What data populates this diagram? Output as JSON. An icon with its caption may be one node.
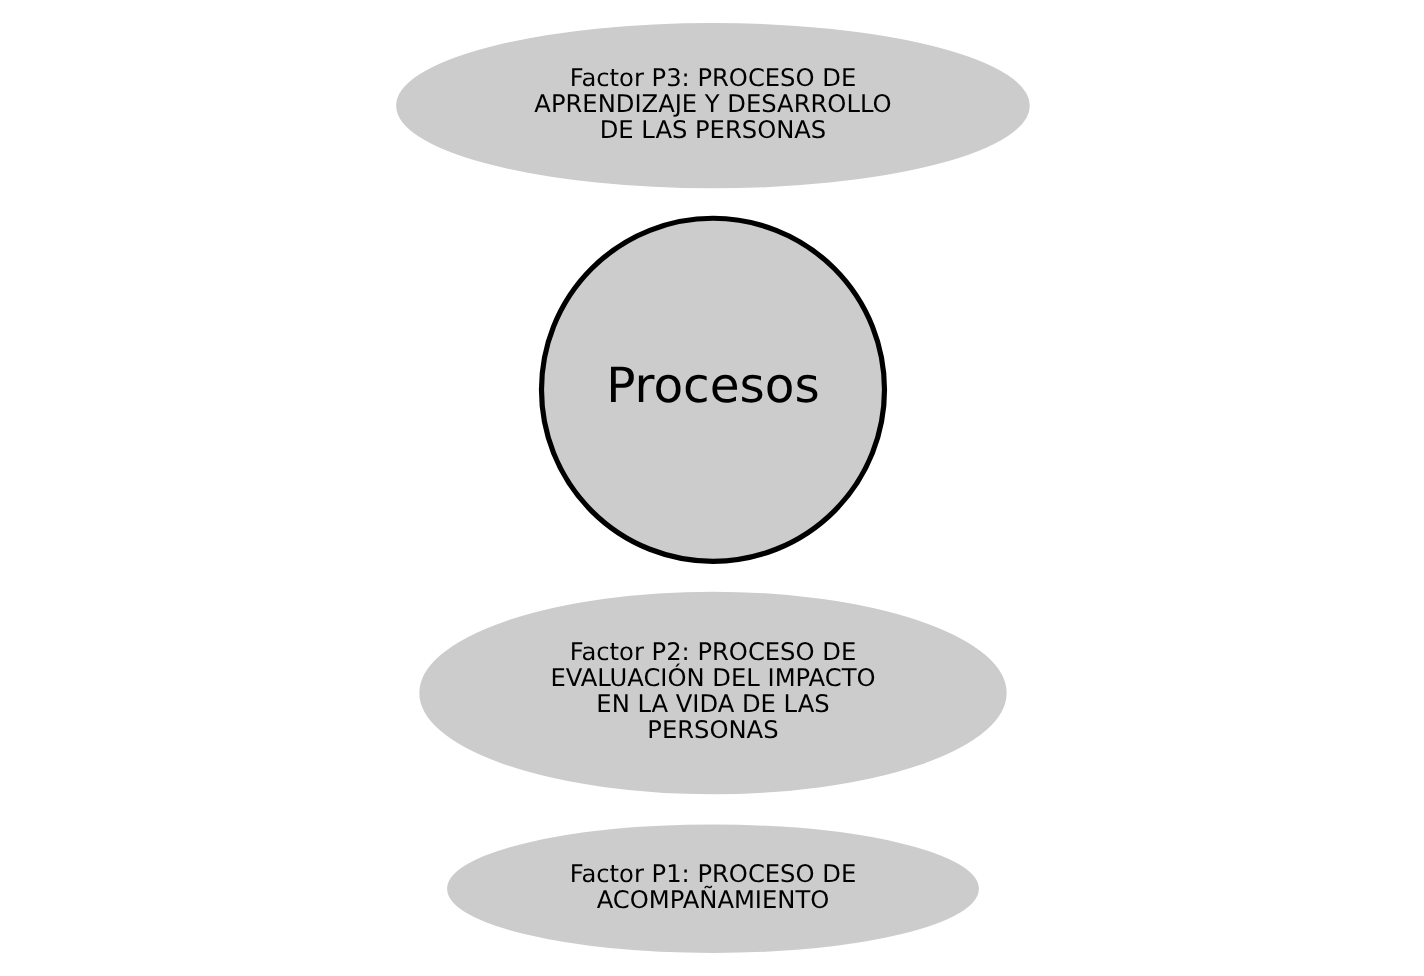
{
  "diagram": {
    "nodes": [
      {
        "text": [
          "Factor P1: PROCESO DE ACOMPAÑAMIENTO"
        ]
      },
      {
        "text": [
          "Factor P2: PROCESO DE EVALUACIÓN DEL IMPACTO EN LA VIDA DE LAS PERSONAS"
        ]
      },
      {
        "text": [
          "Procesos"
        ]
      },
      {
        "text": [
          "Factor P3: PROCESO DE APRENDIZAJE Y DESARROLLO DE LAS PERSONAS"
        ]
      }
    ]
  }
}
